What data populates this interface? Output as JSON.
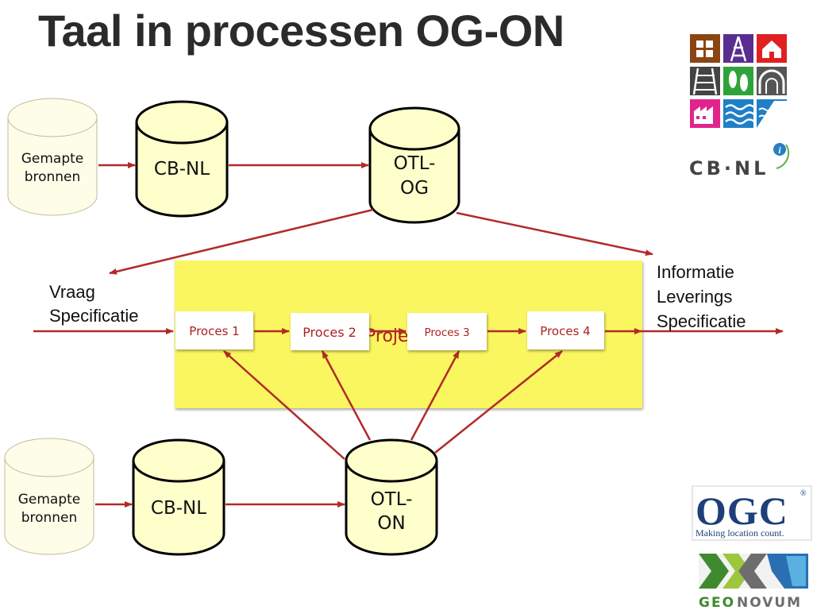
{
  "title": "Taal in processen OG-ON",
  "top": {
    "source_line1": "Gemapte",
    "source_line2": "bronnen",
    "cbnl": "CB-NL",
    "otl_line1": "OTL-",
    "otl_line2": "OG"
  },
  "bottom": {
    "source_line1": "Gemapte",
    "source_line2": "bronnen",
    "cbnl": "CB-NL",
    "otl_line1": "OTL-",
    "otl_line2": "ON"
  },
  "vraag": {
    "line1": "Vraag",
    "line2": "Specificatie"
  },
  "informatie": {
    "line1": "Informatie",
    "line2": "Leverings",
    "line3": "Specificatie"
  },
  "project_label": "Proje",
  "processes": [
    "Proces 1",
    "Proces 2",
    "Proces 3",
    "Proces 4"
  ],
  "logos": {
    "cbnl": "CB·NL",
    "ogc": "OGC",
    "ogc_tagline": "Making location count.",
    "ogc_registered": "®",
    "geonovum_geo": "GEO",
    "geonovum_novum": "NOVUM"
  },
  "colors": {
    "cylinder_fill": "#ffffcc",
    "source_fill": "#fdfde8",
    "arrow": "#b22a2a",
    "panel": "#faf65f",
    "process_text": "#b02020",
    "geonovum_green": "#3f8a2e",
    "ogc_blue": "#1e3f7a"
  }
}
